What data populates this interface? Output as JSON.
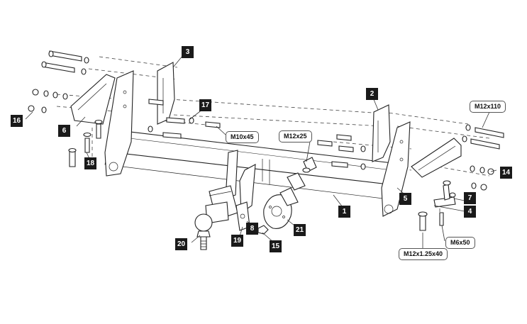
{
  "callouts": {
    "c1": "1",
    "c2": "2",
    "c3": "3",
    "c4": "4",
    "c5": "5",
    "c6": "6",
    "c7": "7",
    "c8": "8",
    "c14": "14",
    "c15": "15",
    "c16": "16",
    "c17": "17",
    "c18": "18",
    "c19": "19",
    "c20": "20",
    "c21": "21"
  },
  "specs": {
    "m12x110": "M12x110",
    "m10x45": "M10x45",
    "m12x25": "M12x25",
    "m6x50": "M6x50",
    "m12x125x40": "M12x1.25x40"
  },
  "colors": {
    "callout_bg": "#1a1a1a",
    "line": "#222222",
    "background": "#ffffff"
  }
}
